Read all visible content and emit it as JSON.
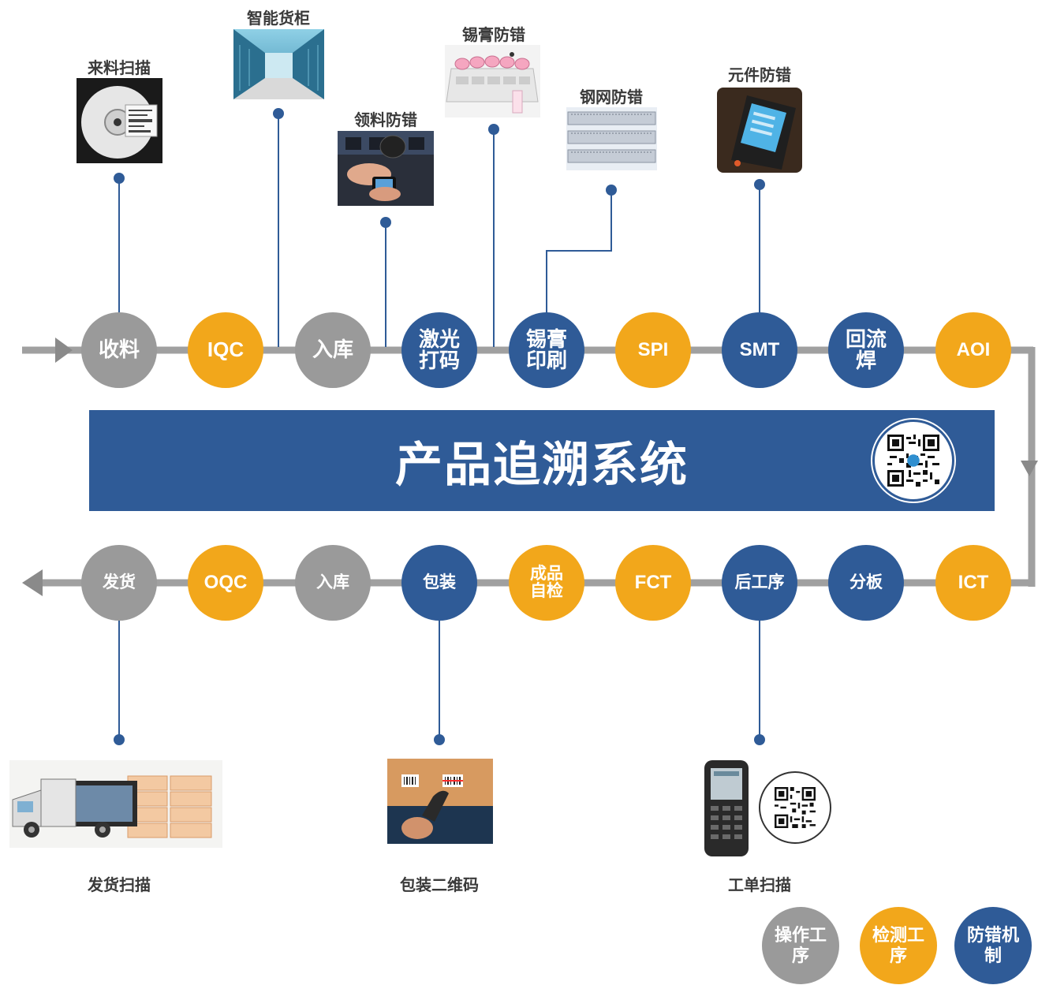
{
  "title": "产品追溯系统",
  "colors": {
    "gray": "#9a9a9a",
    "orange": "#f2a71b",
    "blue": "#2f5b97",
    "line": "#a0a0a0"
  },
  "top_row": [
    "收料",
    "IQC",
    "入库",
    "激光打码",
    "锡膏印刷",
    "SPI",
    "SMT",
    "回流焊",
    "AOI"
  ],
  "bottom_row": [
    "发货",
    "OQC",
    "入库",
    "包装",
    "成品自检",
    "FCT",
    "后工序",
    "分板",
    "ICT"
  ],
  "top_labels": {
    "incoming_scan": "来料扫描",
    "smart_cabinet": "智能货柜",
    "picking_check": "领料防错",
    "paste_check": "锡膏防错",
    "stencil_check": "钢网防错",
    "component_check": "元件防错"
  },
  "bottom_labels": {
    "shipping_scan": "发货扫描",
    "package_qr": "包装二维码",
    "order_scan": "工单扫描"
  },
  "legend": {
    "operation": "操作工序",
    "inspection": "检测工序",
    "error_proof": "防错机制"
  }
}
